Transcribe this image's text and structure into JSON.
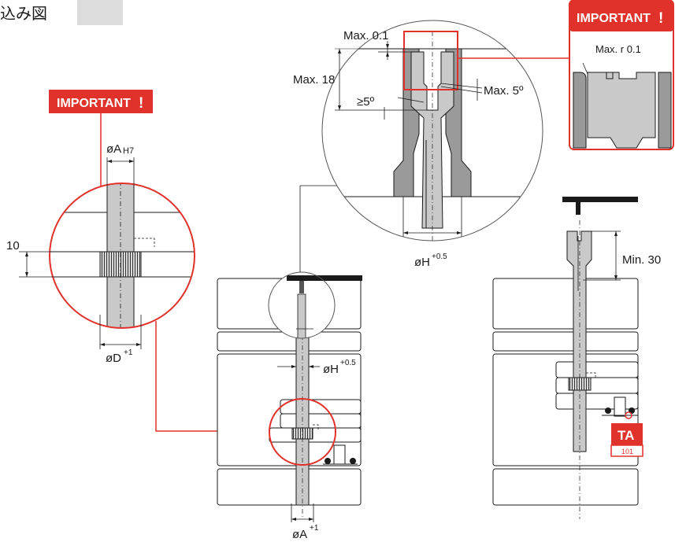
{
  "header": {
    "title_fragment": "込み図"
  },
  "callouts": {
    "important_left": "IMPORTANT",
    "important_right": "IMPORTANT",
    "exclaim": "!"
  },
  "dimensions": {
    "max_01": "Max. 0.1",
    "max_18": "Max. 18",
    "max_5deg": "Max. 5º",
    "min_5deg": "≥5º",
    "max_r01": "Max. r 0.1",
    "oa_h7_main": "øA",
    "oa_h7_sub": "H7",
    "ten": "10",
    "od_main": "øD",
    "od_sup": "+1",
    "oh_top_main": "øH",
    "oh_top_sup": "+0.5",
    "oh_mid_main": "øH",
    "oh_mid_sup": "+0.5",
    "oa_bottom_main": "øA",
    "oa_bottom_sup": "+1",
    "min_30": "Min. 30"
  },
  "badge": {
    "label": "TA",
    "number": "101"
  },
  "colors": {
    "accent_red": "#e0322b",
    "part_grey": "#c9c9c9",
    "part_dark": "#9a9a9a",
    "plate_fill": "#ffffff",
    "line": "#1a1a1a"
  }
}
